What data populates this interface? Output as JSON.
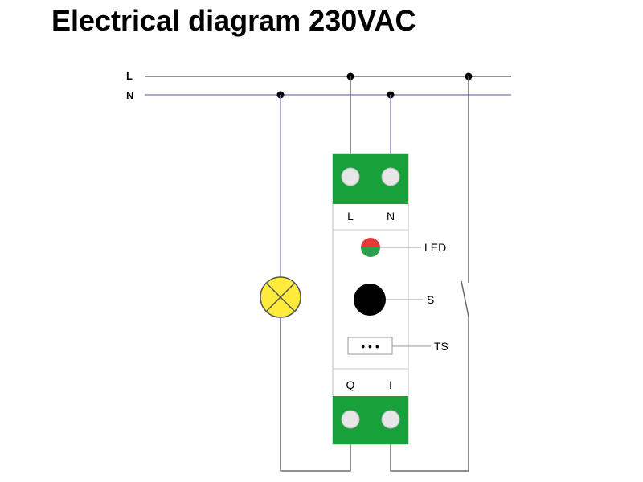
{
  "title": "Electrical diagram 230VAC",
  "bus": {
    "line_label": "L",
    "neutral_label": "N"
  },
  "device": {
    "top_terminals": [
      "L",
      "N"
    ],
    "bottom_terminals": [
      "Q",
      "I"
    ],
    "led_label": "LED",
    "button_label": "S",
    "terminal_strip_label": "TS",
    "terminal_strip_dots": "• • •"
  },
  "colors": {
    "line_wire": "#6b6b6b",
    "neutral_wire": "#8a8ec4",
    "terminal_block": "#18a13b",
    "led_top": "#e53935",
    "led_bottom": "#2e9e4f",
    "lamp": "#ffeb3b"
  }
}
